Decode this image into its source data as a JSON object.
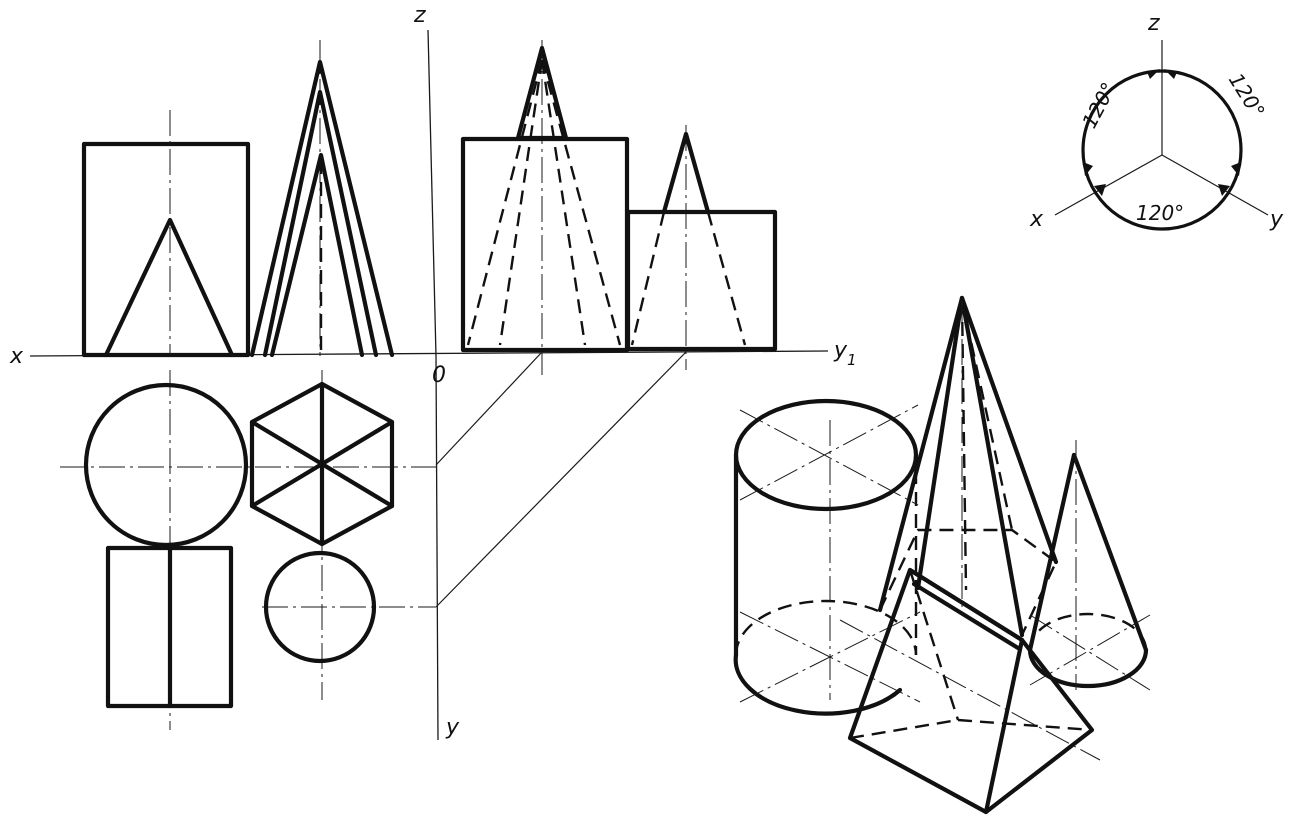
{
  "labels": {
    "x": "x",
    "z": "z",
    "y": "y",
    "y1": "y",
    "y1_subscript": "1",
    "origin": "0"
  },
  "legend": {
    "z": "z",
    "x": "x",
    "y": "y",
    "angle_top_left": "120°",
    "angle_top_right": "120°",
    "angle_bottom": "120°"
  }
}
